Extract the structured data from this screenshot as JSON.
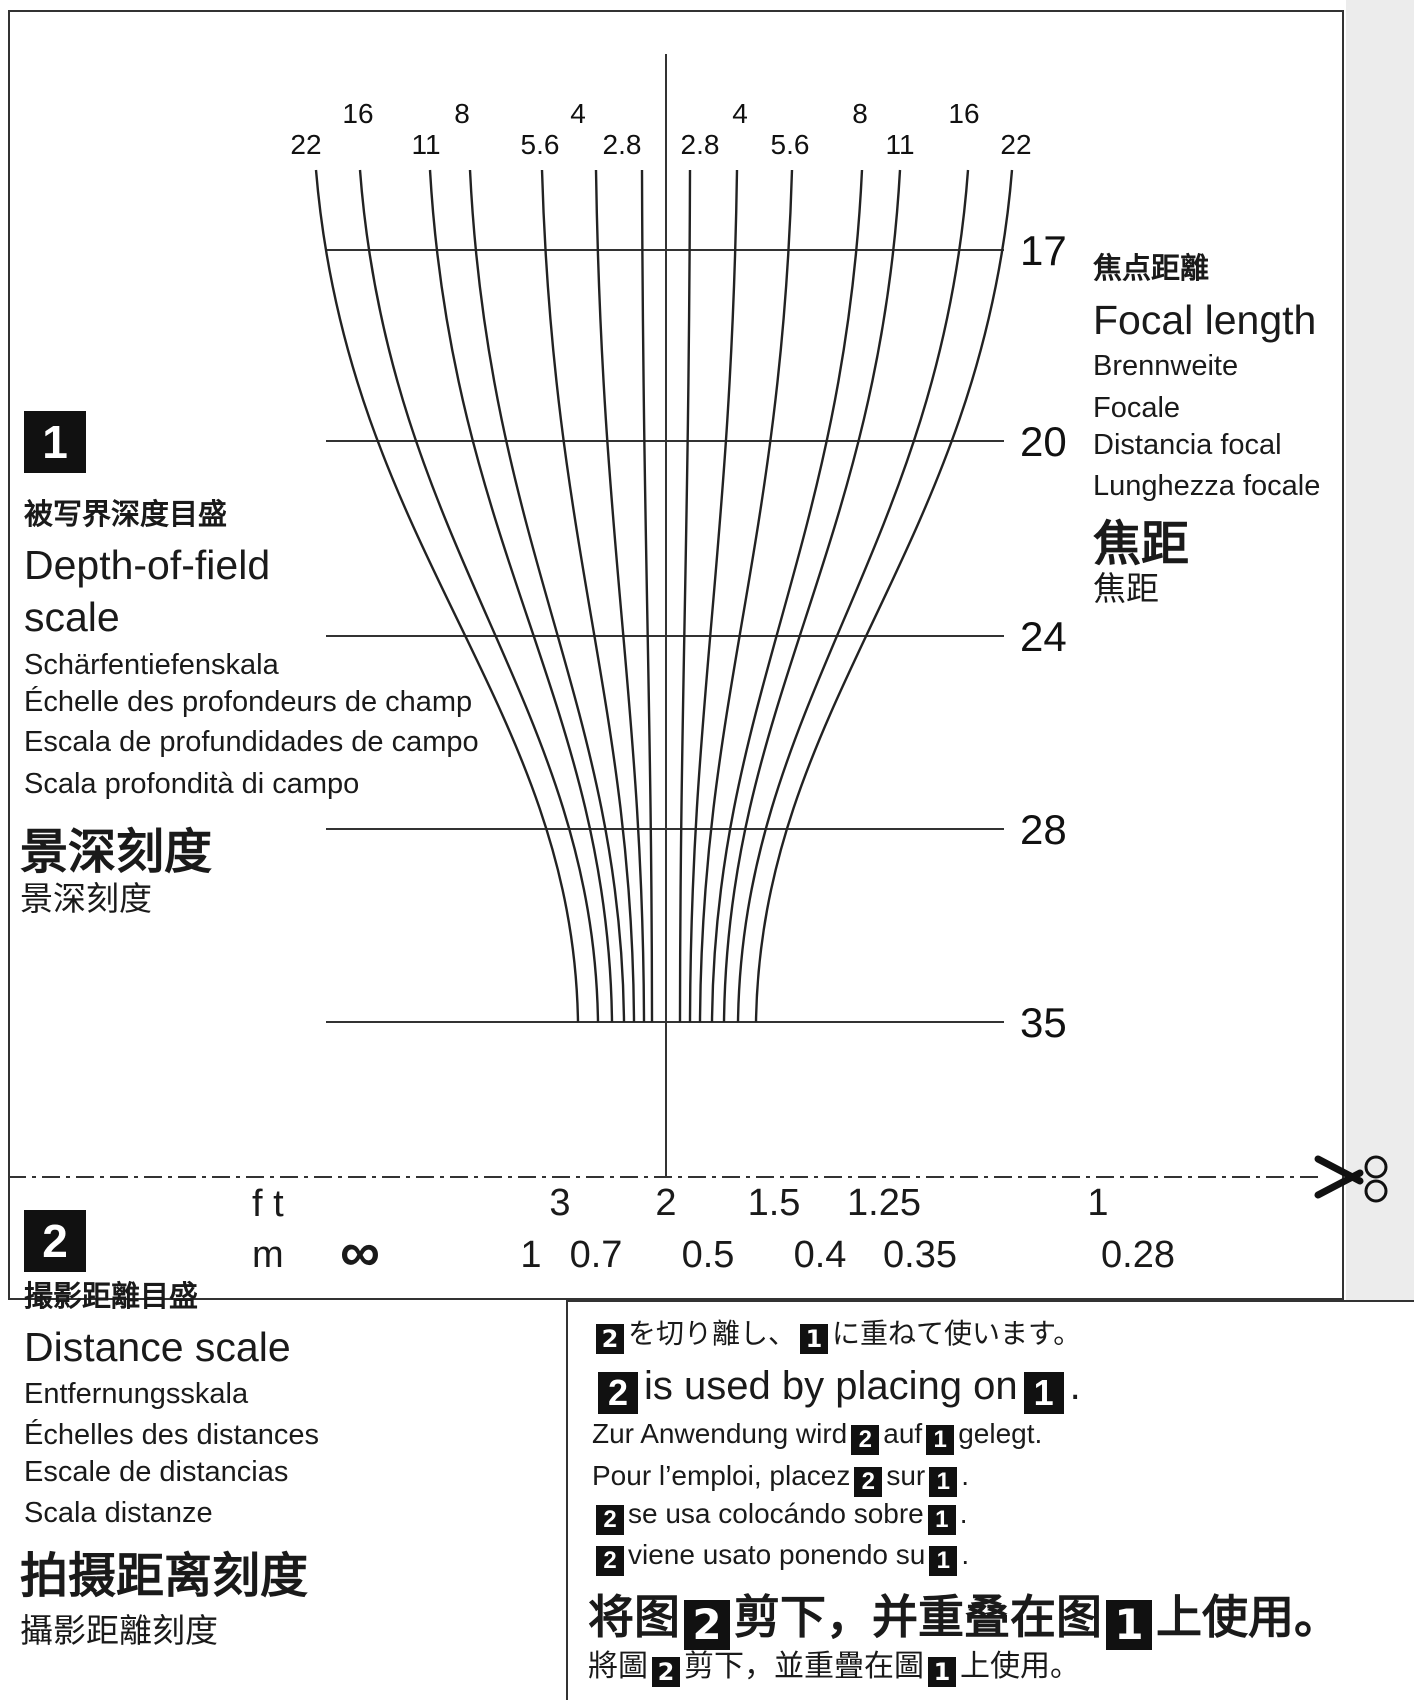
{
  "diagram": {
    "fstops_left": [
      "22",
      "16",
      "11",
      "8",
      "5.6",
      "4",
      "2.8"
    ],
    "fstops_right": [
      "2.8",
      "4",
      "5.6",
      "8",
      "11",
      "16",
      "22"
    ],
    "focal_lengths": [
      "17",
      "20",
      "24",
      "28",
      "35"
    ],
    "distance_scale": {
      "ft_label": "f t",
      "m_label": "m",
      "ft_values": [
        "3",
        "2",
        "1.5",
        "1.25",
        "1"
      ],
      "m_infinity": "∞",
      "m_values": [
        "1",
        "0.7",
        "0.5",
        "0.4",
        "0.35",
        "0.28"
      ]
    }
  },
  "section1": {
    "badge": "1",
    "title_ja": "被写界深度目盛",
    "title_en_line1": "Depth-of-field",
    "title_en_line2": "scale",
    "title_de": "Schärfentiefenskala",
    "title_fr": "Échelle des profondeurs de champ",
    "title_es": "Escala de profundidades de campo",
    "title_it": "Scala profondità di campo",
    "title_zh_s": "景深刻度",
    "title_zh_t": "景深刻度"
  },
  "focal": {
    "title_ja": "焦点距離",
    "title_en": "Focal length",
    "title_de": "Brennweite",
    "title_fr": "Focale",
    "title_es": "Distancia focal",
    "title_it": "Lunghezza focale",
    "title_zh_s": "焦距",
    "title_zh_t": "焦距"
  },
  "section2": {
    "badge": "2",
    "title_ja": "撮影距離目盛",
    "title_en": "Distance scale",
    "title_de": "Entfernungsskala",
    "title_fr": "Échelles des distances",
    "title_es": "Escale de distancias",
    "title_it": "Scala distanze",
    "title_zh_s": "拍摄距离刻度",
    "title_zh_t": "攝影距離刻度"
  },
  "instructions": {
    "b1": "1",
    "b2": "2",
    "ja_a": "を切り離し、",
    "ja_b": "に重ねて使います。",
    "en_a": "is used by placing on",
    "en_b": ".",
    "de_a": "Zur Anwendung wird",
    "de_b": "auf",
    "de_c": "gelegt.",
    "fr_a": "Pour l’emploi, placez",
    "fr_b": "sur",
    "fr_c": ".",
    "es_a": "se usa colocándo sobre",
    "es_b": ".",
    "it_a": "viene usato ponendo su",
    "it_b": ".",
    "zh_s_a": "将图",
    "zh_s_b": "剪下，并重叠在图",
    "zh_s_c": "上使用。",
    "zh_t_a": "將圖",
    "zh_t_b": "剪下，並重疊在圖",
    "zh_t_c": "上使用。"
  }
}
